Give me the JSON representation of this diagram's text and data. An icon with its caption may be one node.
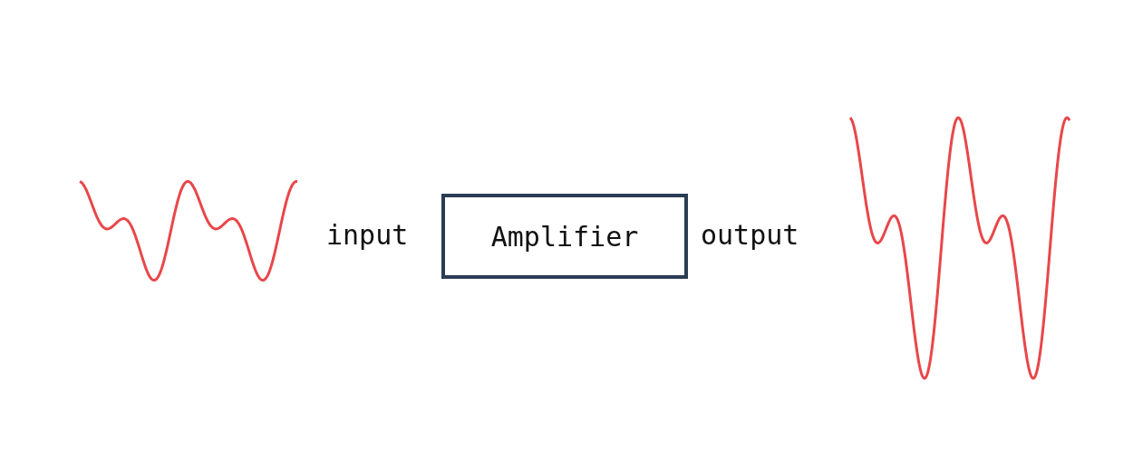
{
  "diagram": {
    "nodes": [
      {
        "text": [
          "Amplifier"
        ]
      }
    ],
    "labels": [
      "input",
      "output"
    ]
  }
}
